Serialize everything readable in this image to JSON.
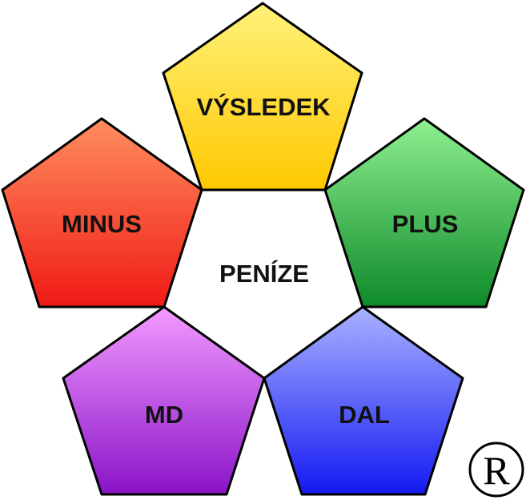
{
  "center": {
    "label": "PENÍZE"
  },
  "petals": [
    {
      "key": "vysledek",
      "label": "VÝSLEDEK",
      "color_top": "#FFF27A",
      "color_bottom": "#FFC800"
    },
    {
      "key": "minus",
      "label": "MINUS",
      "color_top": "#FF8E5E",
      "color_bottom": "#F01A16"
    },
    {
      "key": "plus",
      "label": "PLUS",
      "color_top": "#8FF08F",
      "color_bottom": "#0E8A2A"
    },
    {
      "key": "md",
      "label": "MD",
      "color_top": "#F39BFF",
      "color_bottom": "#8A13C8"
    },
    {
      "key": "dal",
      "label": "DAL",
      "color_top": "#A9B2FF",
      "color_bottom": "#1319F2"
    }
  ],
  "trademark": {
    "symbol": "R"
  }
}
